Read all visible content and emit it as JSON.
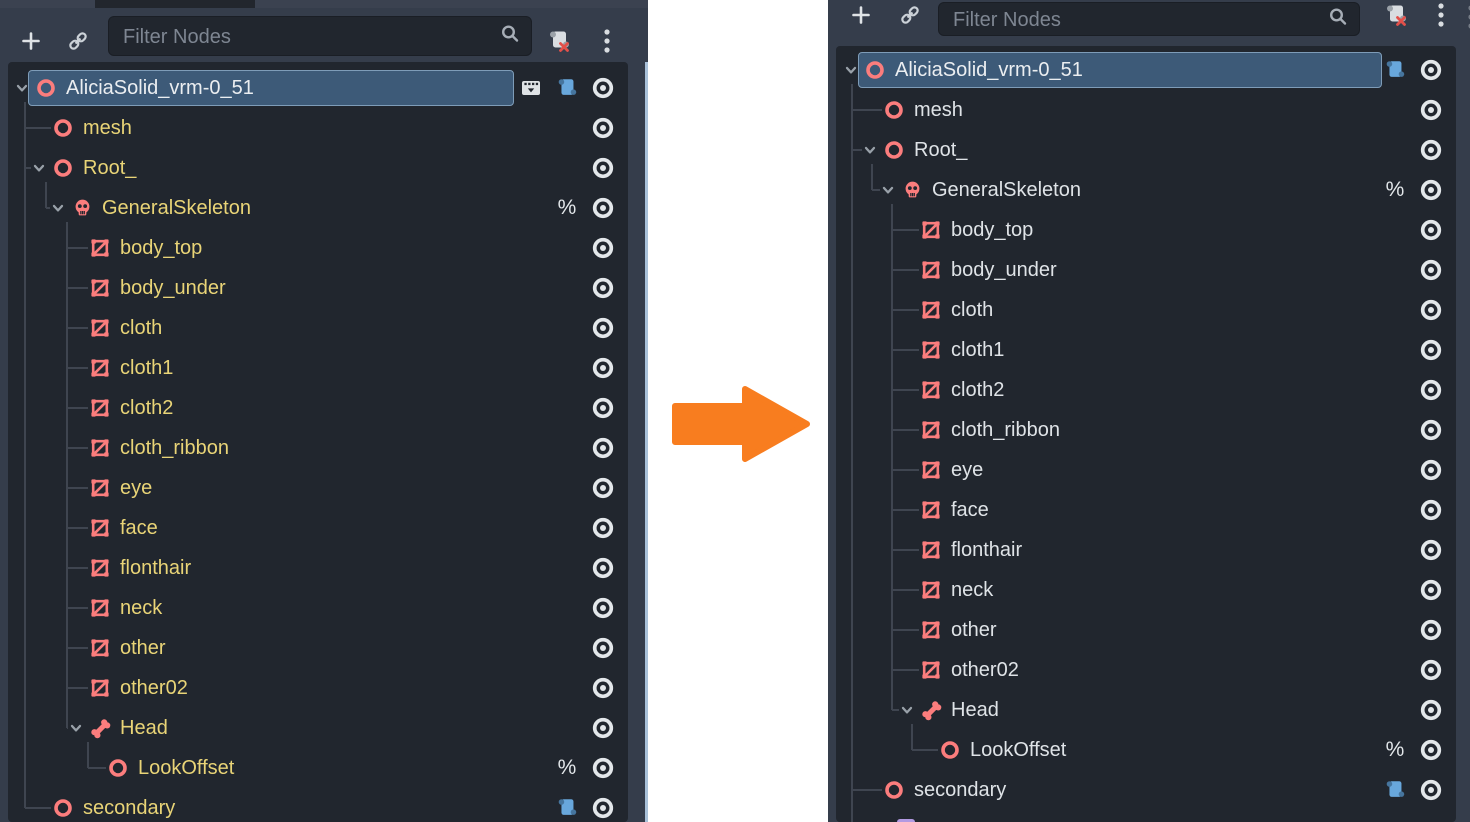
{
  "colors": {
    "node_coral": "#fb7d7d",
    "script_blue": "#68a7dc",
    "script_blue_dark": "#46759e",
    "icon_white": "#dfe3e6",
    "eye_white": "#e3e7ea",
    "toolbar_icon_gray": "#ccd2d8",
    "selection_fill": "#3d5a78",
    "selection_border": "#7e9cb8",
    "tree_bg": "#21262e",
    "dock_bg": "#353d4b",
    "guide_line": "#3f4550",
    "arrow_orange": "#f87d1f",
    "red_x": "#e2504a",
    "partial_purple": "#b29ae2"
  },
  "badge_glyphs": {
    "percent": "%"
  },
  "gutter": {
    "arrow_direction": "right"
  },
  "panels": [
    {
      "name": "scene-dock-before",
      "toolbar": {
        "filter_placeholder": "Filter Nodes"
      },
      "text_color": "#e9d477",
      "nodes": [
        {
          "label": "AliciaSolid_vrm-0_51",
          "type": "node3d",
          "depth": 0,
          "expanded": true,
          "selected": true,
          "label_color": "#ebeef1",
          "badges": [
            "clapper",
            "script",
            "eye"
          ]
        },
        {
          "label": "mesh",
          "type": "node3d",
          "depth": 1,
          "badges": [
            "eye"
          ]
        },
        {
          "label": "Root_",
          "type": "node3d",
          "depth": 1,
          "expanded": true,
          "badges": [
            "eye"
          ]
        },
        {
          "label": "GeneralSkeleton",
          "type": "skeleton",
          "depth": 2,
          "expanded": true,
          "badges": [
            "percent",
            "eye"
          ]
        },
        {
          "label": "body_top",
          "type": "mesh",
          "depth": 3,
          "badges": [
            "eye"
          ]
        },
        {
          "label": "body_under",
          "type": "mesh",
          "depth": 3,
          "badges": [
            "eye"
          ]
        },
        {
          "label": "cloth",
          "type": "mesh",
          "depth": 3,
          "badges": [
            "eye"
          ]
        },
        {
          "label": "cloth1",
          "type": "mesh",
          "depth": 3,
          "badges": [
            "eye"
          ]
        },
        {
          "label": "cloth2",
          "type": "mesh",
          "depth": 3,
          "badges": [
            "eye"
          ]
        },
        {
          "label": "cloth_ribbon",
          "type": "mesh",
          "depth": 3,
          "badges": [
            "eye"
          ]
        },
        {
          "label": "eye",
          "type": "mesh",
          "depth": 3,
          "badges": [
            "eye"
          ]
        },
        {
          "label": "face",
          "type": "mesh",
          "depth": 3,
          "badges": [
            "eye"
          ]
        },
        {
          "label": "flonthair",
          "type": "mesh",
          "depth": 3,
          "badges": [
            "eye"
          ]
        },
        {
          "label": "neck",
          "type": "mesh",
          "depth": 3,
          "badges": [
            "eye"
          ]
        },
        {
          "label": "other",
          "type": "mesh",
          "depth": 3,
          "badges": [
            "eye"
          ]
        },
        {
          "label": "other02",
          "type": "mesh",
          "depth": 3,
          "badges": [
            "eye"
          ]
        },
        {
          "label": "Head",
          "type": "bone",
          "depth": 3,
          "expanded": true,
          "badges": [
            "eye"
          ]
        },
        {
          "label": "LookOffset",
          "type": "node3d",
          "depth": 4,
          "badges": [
            "percent",
            "eye"
          ]
        },
        {
          "label": "secondary",
          "type": "node3d",
          "depth": 1,
          "badges": [
            "script",
            "eye"
          ]
        }
      ]
    },
    {
      "name": "scene-dock-after",
      "toolbar": {
        "filter_placeholder": "Filter Nodes"
      },
      "text_color": "#dfe3e7",
      "nodes": [
        {
          "label": "AliciaSolid_vrm-0_51",
          "type": "node3d",
          "depth": 0,
          "expanded": true,
          "selected": true,
          "label_color": "#ebeef1",
          "badges": [
            "script",
            "eye"
          ]
        },
        {
          "label": "mesh",
          "type": "node3d",
          "depth": 1,
          "badges": [
            "eye"
          ]
        },
        {
          "label": "Root_",
          "type": "node3d",
          "depth": 1,
          "expanded": true,
          "badges": [
            "eye"
          ]
        },
        {
          "label": "GeneralSkeleton",
          "type": "skeleton",
          "depth": 2,
          "expanded": true,
          "badges": [
            "percent",
            "eye"
          ]
        },
        {
          "label": "body_top",
          "type": "mesh",
          "depth": 3,
          "badges": [
            "eye"
          ]
        },
        {
          "label": "body_under",
          "type": "mesh",
          "depth": 3,
          "badges": [
            "eye"
          ]
        },
        {
          "label": "cloth",
          "type": "mesh",
          "depth": 3,
          "badges": [
            "eye"
          ]
        },
        {
          "label": "cloth1",
          "type": "mesh",
          "depth": 3,
          "badges": [
            "eye"
          ]
        },
        {
          "label": "cloth2",
          "type": "mesh",
          "depth": 3,
          "badges": [
            "eye"
          ]
        },
        {
          "label": "cloth_ribbon",
          "type": "mesh",
          "depth": 3,
          "badges": [
            "eye"
          ]
        },
        {
          "label": "eye",
          "type": "mesh",
          "depth": 3,
          "badges": [
            "eye"
          ]
        },
        {
          "label": "face",
          "type": "mesh",
          "depth": 3,
          "badges": [
            "eye"
          ]
        },
        {
          "label": "flonthair",
          "type": "mesh",
          "depth": 3,
          "badges": [
            "eye"
          ]
        },
        {
          "label": "neck",
          "type": "mesh",
          "depth": 3,
          "badges": [
            "eye"
          ]
        },
        {
          "label": "other",
          "type": "mesh",
          "depth": 3,
          "badges": [
            "eye"
          ]
        },
        {
          "label": "other02",
          "type": "mesh",
          "depth": 3,
          "badges": [
            "eye"
          ]
        },
        {
          "label": "Head",
          "type": "bone",
          "depth": 3,
          "expanded": true,
          "badges": [
            "eye"
          ]
        },
        {
          "label": "LookOffset",
          "type": "node3d",
          "depth": 4,
          "badges": [
            "percent",
            "eye"
          ]
        },
        {
          "label": "secondary",
          "type": "node3d",
          "depth": 1,
          "badges": [
            "script",
            "eye"
          ]
        },
        {
          "label": "",
          "type": "partial",
          "depth": 1,
          "partial": true,
          "badges": []
        }
      ]
    }
  ]
}
